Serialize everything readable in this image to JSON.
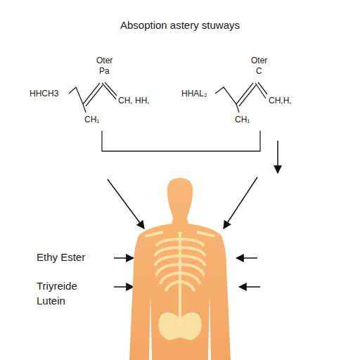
{
  "diagram": {
    "title": "Absoption astery stuways",
    "labels": [
      "Oter",
      "Pa",
      "HHCH3",
      "CH, HH,",
      "CH₁",
      "Oter",
      "C",
      "HHAL₂",
      "CH,H,",
      "CH₁",
      "Ethy Ester",
      "Triyreide",
      "Lutein"
    ]
  }
}
